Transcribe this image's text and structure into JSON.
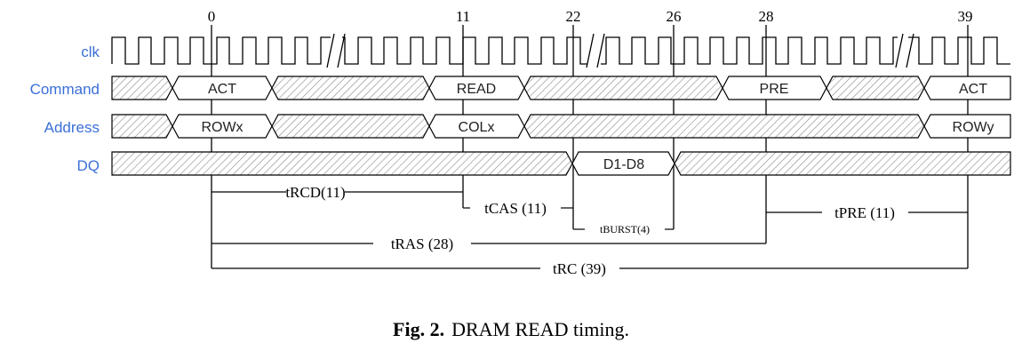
{
  "signals": {
    "clk": "clk",
    "command": "Command",
    "address": "Address",
    "dq": "DQ"
  },
  "cycle_markers": [
    "0",
    "11",
    "22",
    "26",
    "28",
    "39"
  ],
  "command_bus": [
    "ACT",
    "READ",
    "PRE",
    "ACT"
  ],
  "address_bus": [
    "ROWx",
    "COLx",
    "ROWy"
  ],
  "dq_bus": [
    "D1-D8"
  ],
  "timings": {
    "trcd": "tRCD(11)",
    "tcas": "tCAS (11)",
    "tburst": "tBURST(4)",
    "tpre": "tPRE (11)",
    "tras": "tRAS (28)",
    "trc": "tRC (39)"
  },
  "caption": {
    "label": "Fig. 2.",
    "text": "DRAM READ timing."
  }
}
